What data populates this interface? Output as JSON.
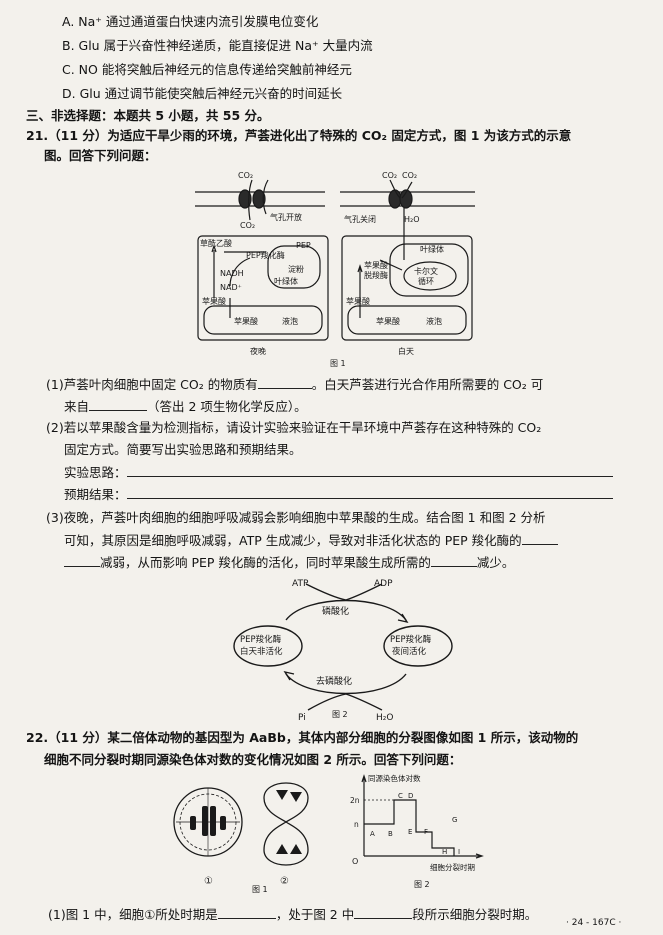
{
  "q_prev": {
    "option_a": "A. Na⁺ 通过通道蛋白快速内流引发膜电位变化",
    "option_b": "B. Glu 属于兴奋性神经递质，能直接促进 Na⁺ 大量内流",
    "option_c": "C. NO 能将突触后神经元的信息传递给突触前神经元",
    "option_d": "D. Glu 通过调节能使突触后神经元兴奋的时间延长"
  },
  "section": {
    "title": "三、非选择题：本题共 5 小题，共 55 分。"
  },
  "q21": {
    "stem_1": "21.（11 分）为适应干旱少雨的环境，芦荟进化出了特殊的 CO₂ 固定方式，图 1 为该方式的示意",
    "stem_2": "图。回答下列问题：",
    "fig1": {
      "caption": "图 1",
      "night_label": "夜晚",
      "day_label": "白天",
      "co2": "CO₂",
      "h2o": "H₂O",
      "stoma_open": "气孔开放",
      "stoma_closed": "气孔关闭",
      "oaa": "草酰乙酸",
      "pep_carboxylase": "PEP羧化酶",
      "pep": "PEP",
      "nadh": "NADH",
      "nad": "NAD⁺",
      "starch": "淀粉",
      "chloroplast": "叶绿体",
      "malic_acid": "苹果酸",
      "vacuole": "液泡",
      "malic_decarboxylase_1": "苹果酸",
      "malic_decarboxylase_2": "脱羧酶",
      "calvin_1": "卡尔文",
      "calvin_2": "循环"
    },
    "p1_a": "(1)芦荟叶肉细胞中固定 CO₂ 的物质有",
    "p1_b": "。白天芦荟进行光合作用所需要的 CO₂ 可",
    "p1_c": "来自",
    "p1_d": "（答出 2 项生物化学反应）。",
    "p2_a": "(2)若以苹果酸含量为检测指标，请设计实验来验证在干旱环境中芦荟存在这种特殊的 CO₂",
    "p2_b": "固定方式。简要写出实验思路和预期结果。",
    "p2_idea": "实验思路：",
    "p2_result": "预期结果：",
    "p3_a": "(3)夜晚，芦荟叶肉细胞的细胞呼吸减弱会影响细胞中苹果酸的生成。结合图 1 和图 2 分析",
    "p3_b": "可知，其原因是细胞呼吸减弱，ATP 生成减少，导致对非活化状态的 PEP 羧化酶的",
    "p3_c": "减弱，从而影响 PEP 羧化酶的活化，同时苹果酸生成所需的",
    "p3_d": "减少。",
    "fig2": {
      "caption": "图 2",
      "atp": "ATP",
      "adp": "ADP",
      "phosphorylation": "磷酸化",
      "dephosphorylation": "去磷酸化",
      "left_1": "PEP羧化酶",
      "left_2": "白天非活化",
      "right_1": "PEP羧化酶",
      "right_2": "夜间活化",
      "pi": "Pi",
      "h2o": "H₂O"
    }
  },
  "q22": {
    "stem_1": "22.（11 分）某二倍体动物的基因型为 AaBb，其体内部分细胞的分裂图像如图 1 所示，该动物的",
    "stem_2": "细胞不同分裂时期同源染色体对数的变化情况如图 2 所示。回答下列问题：",
    "fig1_caption": "图 1",
    "cell_1": "①",
    "cell_2": "②",
    "fig2_caption": "图 2",
    "graph": {
      "ylabel": "同源染色体对数",
      "xlabel": "细胞分裂时期",
      "y_2n": "2n",
      "y_n": "n",
      "origin": "O",
      "seg": [
        "A",
        "B",
        "C",
        "D",
        "E",
        "F",
        "G",
        "H",
        "I"
      ]
    },
    "p1_a": "(1)图 1 中，细胞①所处时期是",
    "p1_b": "，处于图 2 中",
    "p1_c": "段所示细胞分裂时期。"
  },
  "footer": {
    "code": "· 24 - 167C ·"
  }
}
